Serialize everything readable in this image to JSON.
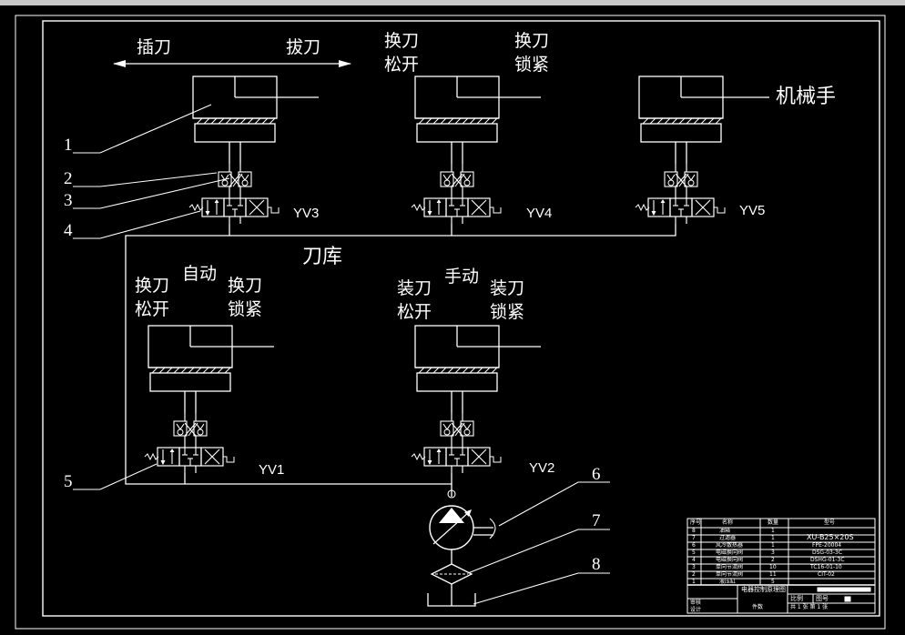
{
  "labels": {
    "insert_tool": "插刀",
    "pull_tool": "拔刀",
    "change_release_top": [
      "换刀",
      "松开"
    ],
    "change_lock_top": [
      "换刀",
      "锁紧"
    ],
    "manipulator": "机械手",
    "tool_magazine": "刀库",
    "auto": "自动",
    "manual": "手动",
    "change_release_left": [
      "换刀",
      "松开"
    ],
    "change_lock_left": [
      "换刀",
      "锁紧"
    ],
    "load_release": [
      "装刀",
      "松开"
    ],
    "load_lock": [
      "装刀",
      "锁紧"
    ]
  },
  "valves": [
    "YV3",
    "YV4",
    "YV5",
    "YV1",
    "YV2"
  ],
  "callouts": [
    "1",
    "2",
    "3",
    "4",
    "5",
    "6",
    "7",
    "8"
  ],
  "title_block": {
    "headers": [
      "序号",
      "名称",
      "数量",
      "型号"
    ],
    "rows": [
      [
        "8",
        "油箱",
        "1",
        ""
      ],
      [
        "7",
        "过滤器",
        "1",
        "XU-B25×20S"
      ],
      [
        "6",
        "风冷散热器",
        "1",
        "FPE-20004"
      ],
      [
        "5",
        "电磁换向阀",
        "3",
        "DSG-03-3C"
      ],
      [
        "4",
        "电磁换向阀",
        "2",
        "DSHG-01-3C"
      ],
      [
        "3",
        "单向节流阀",
        "10",
        "TC16-01-10"
      ],
      [
        "2",
        "单向节流阀",
        "11",
        "CIT-02"
      ],
      [
        "1",
        "液压缸",
        "5",
        ""
      ]
    ],
    "drawing_title": "电器控制原理图",
    "scale_label": "比例",
    "sheet_label": "图号",
    "sheets_text": "共 1 张 第 1 张",
    "check_label": "审核",
    "count_label": "件数",
    "design_label": "设计"
  }
}
